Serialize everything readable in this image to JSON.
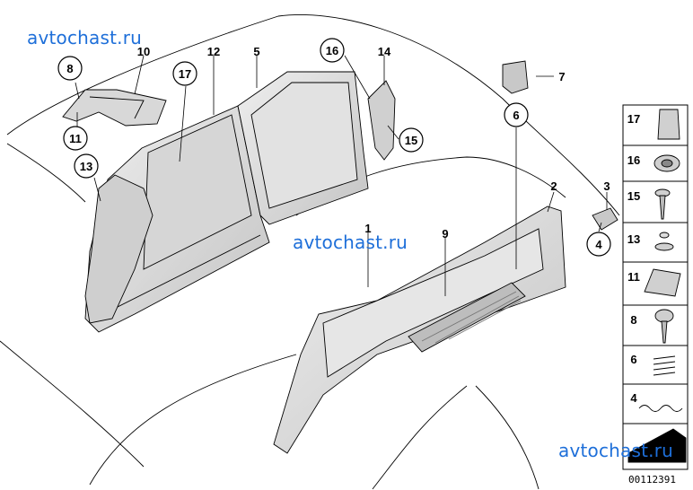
{
  "watermarks": [
    "avtochast.ru",
    "avtochast.ru",
    "avtochast.ru"
  ],
  "diagram_number": "00112391",
  "callouts": {
    "plain": [
      "10",
      "12",
      "5",
      "14",
      "7",
      "1",
      "9",
      "2",
      "3"
    ],
    "circled": [
      "8",
      "11",
      "13",
      "17",
      "16",
      "15",
      "6",
      "4"
    ]
  },
  "legend": [
    "17",
    "16",
    "15",
    "13",
    "11",
    "8",
    "6",
    "4"
  ],
  "colors": {
    "watermark": "#1e6fd9",
    "part_fill": "#dcdcdc",
    "line": "#000000"
  }
}
